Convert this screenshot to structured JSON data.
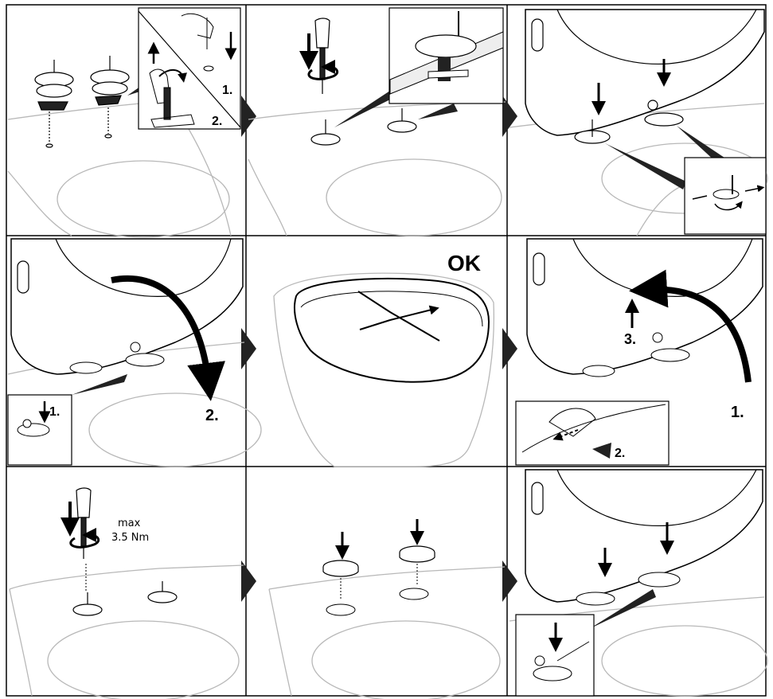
{
  "steps": {
    "s1": {
      "label_1": "1.",
      "label_2": "2."
    },
    "s4": {
      "label_1": "1.",
      "label_2": "2."
    },
    "s5": {
      "ok": "OK"
    },
    "s6": {
      "label_1": "1.",
      "label_2": "2.",
      "label_3": "3."
    },
    "s7": {
      "torque_line1": "max",
      "torque_line2": "3.5 Nm"
    }
  },
  "icons": [
    "screwdriver-icon",
    "rotate-arrow-icon",
    "down-arrow-icon",
    "up-arrow-icon",
    "curved-arrow-icon",
    "double-arrow-icon"
  ],
  "colors": {
    "line": "#000000",
    "faint_line": "#b8b8b8",
    "background": "#ffffff",
    "shadow": "#222222"
  }
}
